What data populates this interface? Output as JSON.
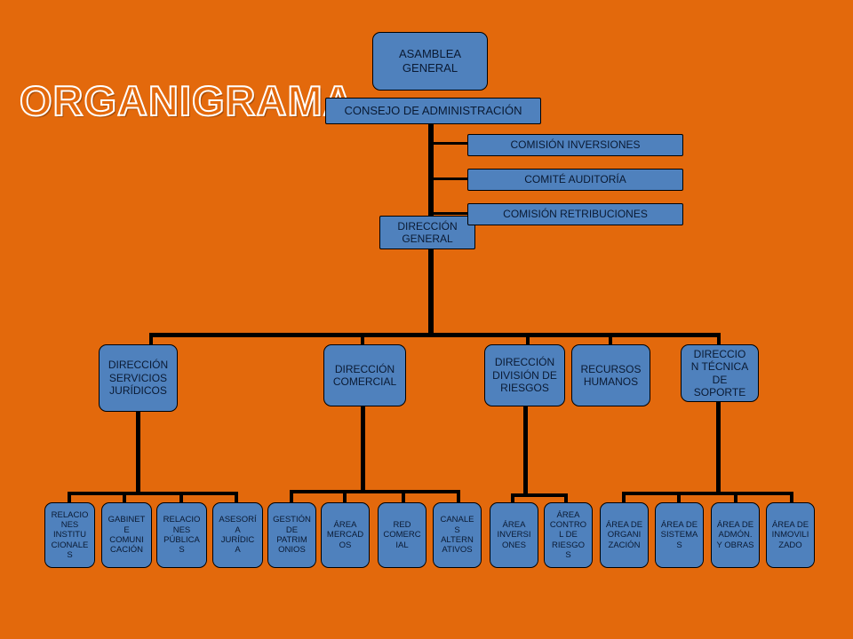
{
  "title": "ORGANIGRAMA",
  "colors": {
    "background": "#e3690c",
    "box_fill": "#4f81bd",
    "box_border": "#000000",
    "title_outline": "#ffffff"
  },
  "nodes": {
    "asamblea": "ASAMBLEA\nGENERAL",
    "consejo": "CONSEJO DE ADMINISTRACIÓN",
    "comision_inversiones": "COMISIÓN  INVERSIONES",
    "comite_auditoria": "COMITÉ  AUDITORÍA",
    "comision_retribuciones": "COMISIÓN  RETRIBUCIONES",
    "direccion_general": "DIRECCIÓN\nGENERAL",
    "servicios_juridicos": "DIRECCIÓN\nSERVICIOS\nJURÍDICOS",
    "comercial": "DIRECCIÓN\nCOMERCIAL",
    "riesgos": "DIRECCIÓN\nDIVISIÓN DE\nRIESGOS",
    "rrhh": "RECURSOS\nHUMANOS",
    "tecnica": "DIRECCIO\nN TÉCNICA\nDE\nSOPORTE",
    "rel_institucionales": "RELACIO\nNES\nINSTITU\nCIONALE\nS",
    "gabinete": "GABINET\nE\nCOMUNI\nCACIÓN",
    "rel_publicas": "RELACIO\nNES\nPÚBLICA\nS",
    "asesoria": "ASESORÍ\nA\nJURÍDIC\nA",
    "gestion_patrimonios": "GESTIÓN\nDE\nPATRIM\nONIOS",
    "area_mercados": "ÁREA\nMERCAD\nOS",
    "red_comercial": "RED\nCOMERC\nIAL",
    "canales": "CANALE\nS\nALTERN\nATIVOS",
    "area_inversiones": "ÁREA\nINVERSI\nONES",
    "area_control_riesgos": "ÁREA\nCONTRO\nL DE\nRIESGO\nS",
    "area_organizacion": "ÁREA DE\nORGANI\nZACIÓN",
    "area_sistemas": "ÁREA DE\nSISTEMA\nS",
    "area_admon": "ÁREA DE\nADMÓN.\nY OBRAS",
    "area_inmovilizado": "ÁREA DE\nINMOVILI\nZADO"
  }
}
